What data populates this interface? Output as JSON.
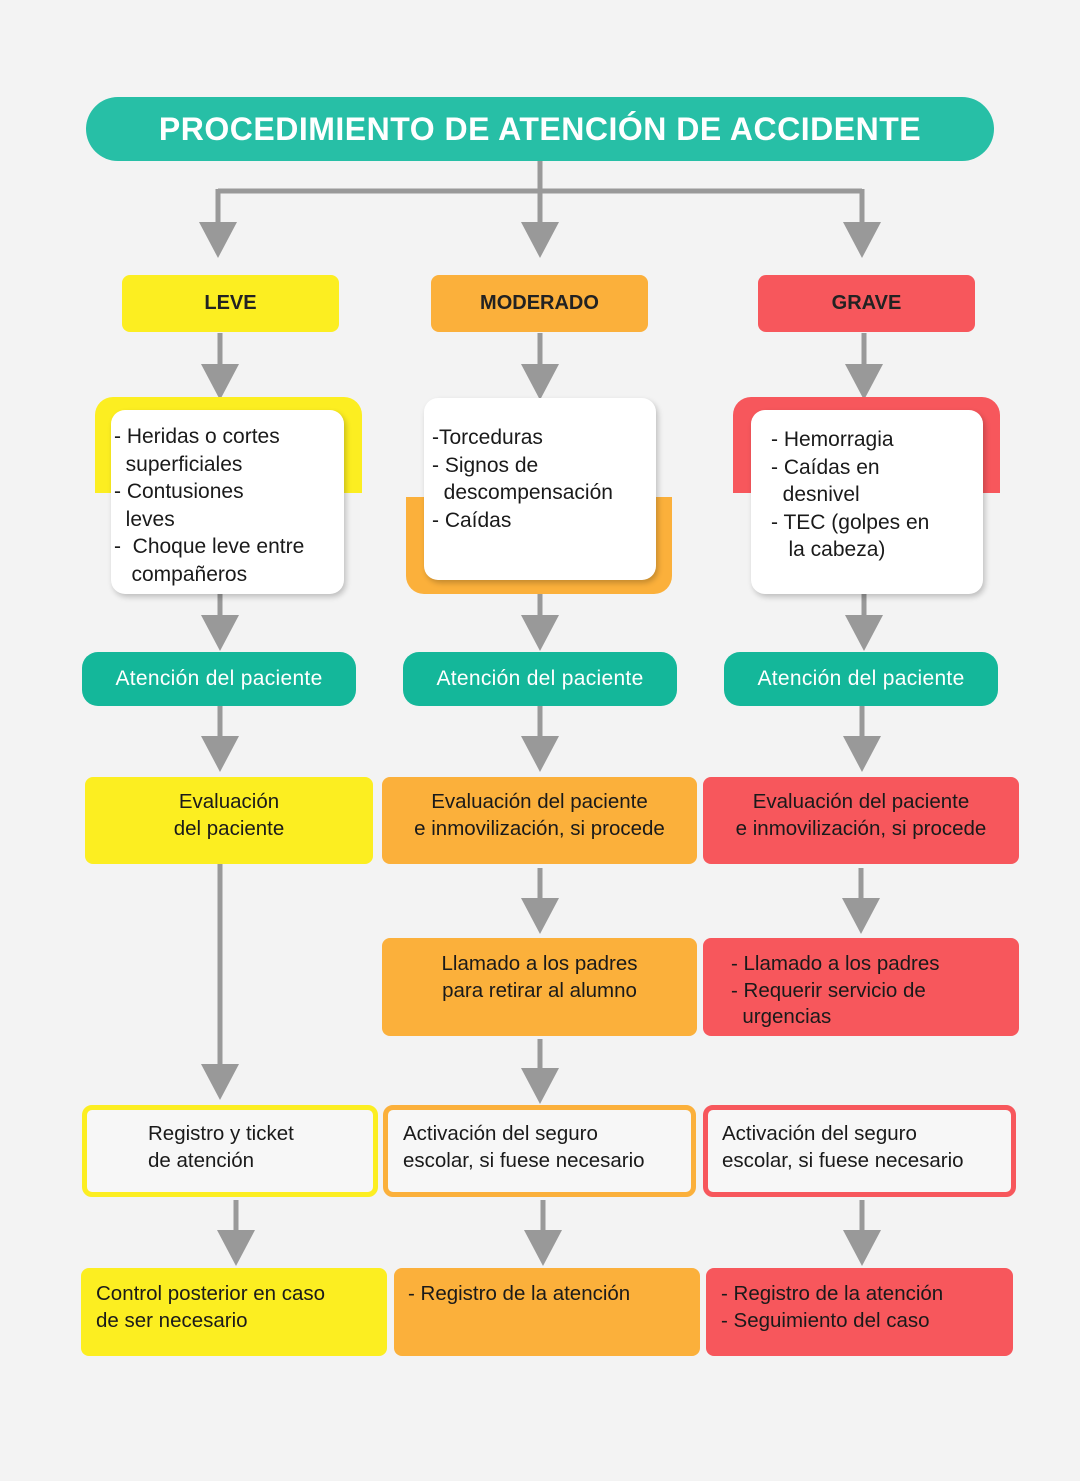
{
  "title": "PROCEDIMIENTO DE ATENCIÓN DE ACCIDENTE",
  "colors": {
    "teal": "#27bfa6",
    "yellow": "#fcee21",
    "orange": "#fbb03b",
    "red": "#f7575c",
    "arrow": "#999999"
  },
  "categories": {
    "leve": "LEVE",
    "moderado": "MODERADO",
    "grave": "GRAVE"
  },
  "symptoms": {
    "leve": [
      "- Heridas o cortes",
      "  superficiales",
      "- Contusiones",
      "  leves",
      "-  Choque leve entre",
      "   compañeros"
    ],
    "moderado": [
      "-Torceduras",
      "- Signos de",
      "  descompensación",
      "- Caídas"
    ],
    "grave": [
      "- Hemorragia",
      "- Caídas en",
      "  desnivel",
      "- TEC (golpes en",
      "   la cabeza)"
    ]
  },
  "attention": {
    "leve": "Atención del paciente",
    "moderado": "Atención del paciente",
    "grave": "Atención del paciente"
  },
  "evaluation": {
    "leve": [
      "Evaluación",
      "del paciente"
    ],
    "moderado": [
      "Evaluación del paciente",
      "e inmovilización, si procede"
    ],
    "grave": [
      "Evaluación del paciente",
      "e inmovilización, si procede"
    ]
  },
  "call": {
    "moderado": [
      "Llamado a los padres",
      "para retirar al alumno"
    ],
    "grave": [
      "- Llamado a los padres",
      "- Requerir servicio de",
      "  urgencias"
    ]
  },
  "registration": {
    "leve": [
      "Registro y ticket",
      "de atención"
    ],
    "moderado": [
      "Activación del seguro",
      "escolar, si fuese necesario"
    ],
    "grave": [
      "Activación del seguro",
      "escolar, si fuese necesario"
    ]
  },
  "followup": {
    "leve": [
      "Control posterior en caso",
      "de ser necesario"
    ],
    "moderado": [
      "- Registro de la atención"
    ],
    "grave": [
      "- Registro de la atención",
      "- Seguimiento del caso"
    ]
  }
}
